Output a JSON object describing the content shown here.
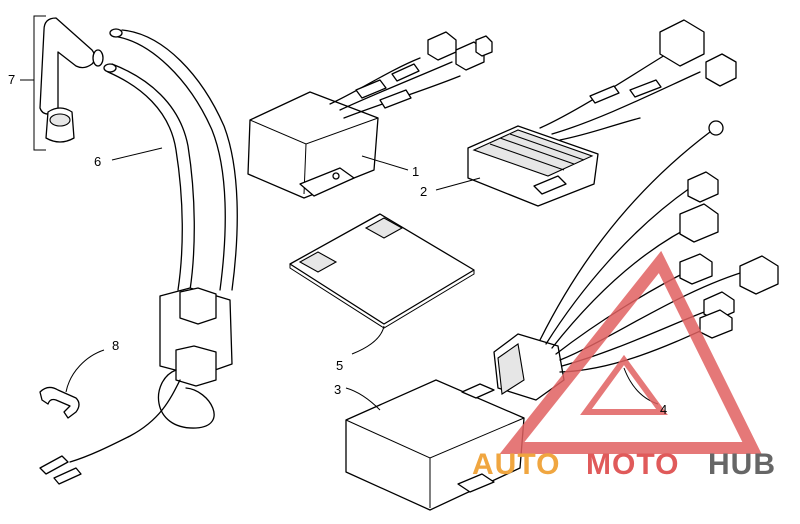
{
  "callouts": {
    "c1": "1",
    "c2": "2",
    "c3": "3",
    "c4": "4",
    "c5": "5",
    "c6": "6",
    "c7": "7",
    "c8": "8"
  },
  "watermark": {
    "word_a": "AUTO",
    "word_b": "MOTO",
    "word_c": "HUB",
    "color_auto": "#f0a640",
    "color_moto": "#e05a5a",
    "color_hub": "#666666",
    "triangle_color": "#e06060"
  }
}
